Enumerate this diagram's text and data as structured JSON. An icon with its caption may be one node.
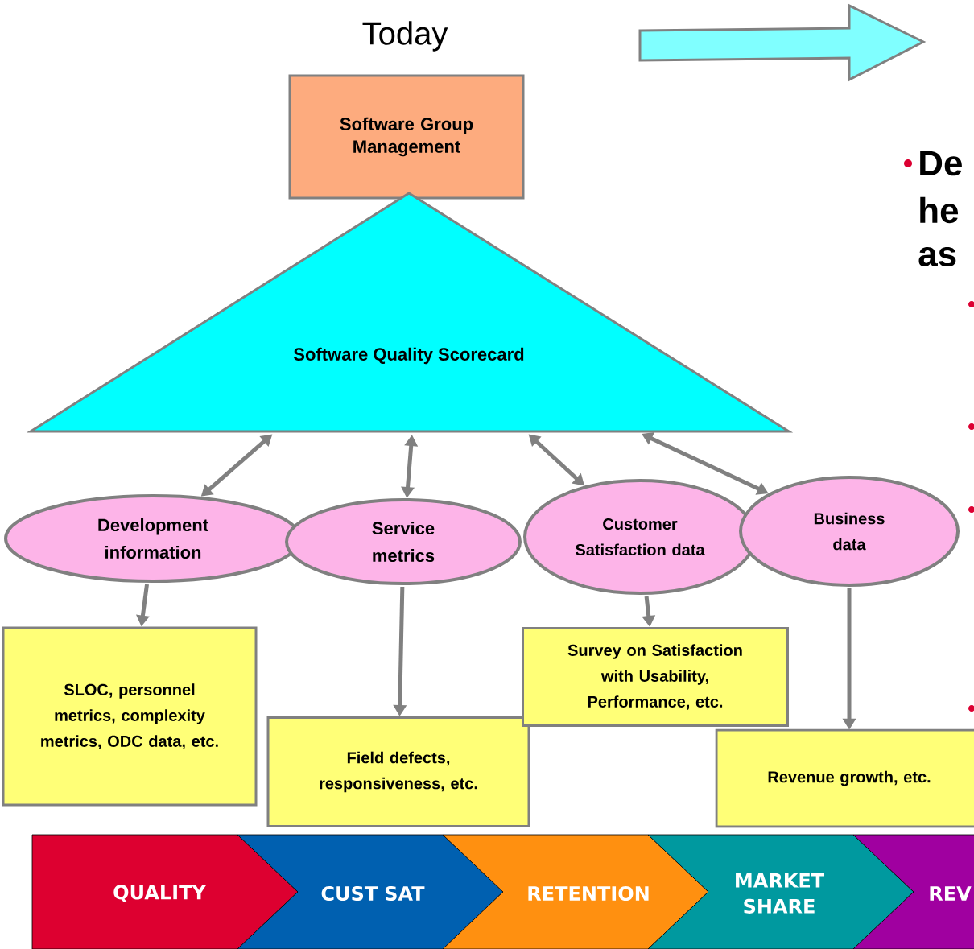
{
  "diagram": {
    "nodes": [
      {
        "text": [
          "Software Group Management"
        ]
      },
      {
        "text": [
          "Software Quality Scorecard"
        ]
      },
      {
        "text": [
          "Development information"
        ]
      },
      {
        "text": [
          "Service metrics"
        ]
      },
      {
        "text": [
          "Customer Satisfaction data"
        ]
      },
      {
        "text": [
          "Business data"
        ]
      },
      {
        "text": [
          "SLOC, personnel metrics, complexity metrics, ODC data, etc."
        ]
      },
      {
        "text": [
          "Field defects, responsiveness, etc."
        ]
      },
      {
        "text": [
          "Survey  on Satisfaction with Usability, Performance, etc."
        ]
      },
      {
        "text": [
          "Revenue growth, etc."
        ]
      },
      {
        "text": [
          "QUALITY"
        ]
      },
      {
        "text": [
          "CUST SAT"
        ]
      },
      {
        "text": [
          "RETENTION"
        ]
      },
      {
        "text": [
          "MARKET SHARE"
        ]
      },
      {
        "text": [
          "REV"
        ]
      }
    ],
    "edges": [
      {
        "from": 1,
        "to": 2,
        "arrow": "both"
      },
      {
        "from": 1,
        "to": 3,
        "arrow": "both"
      },
      {
        "from": 1,
        "to": 4,
        "arrow": "both"
      },
      {
        "from": 1,
        "to": 5,
        "arrow": "both"
      },
      {
        "from": 2,
        "to": 6,
        "arrow": "to"
      },
      {
        "from": 3,
        "to": 7,
        "arrow": "to"
      },
      {
        "from": 4,
        "to": 8,
        "arrow": "to"
      },
      {
        "from": 5,
        "to": 9,
        "arrow": "to"
      }
    ],
    "labels": [
      "Today",
      "De",
      "he",
      "as"
    ]
  }
}
